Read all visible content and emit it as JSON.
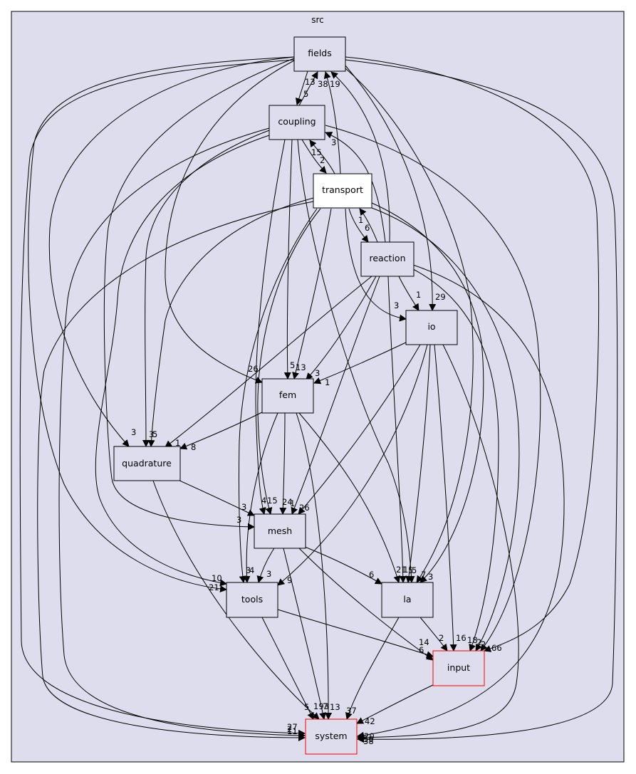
{
  "cluster": {
    "label": "src"
  },
  "nodes": {
    "fields": "fields",
    "coupling": "coupling",
    "transport": "transport",
    "reaction": "reaction",
    "io": "io",
    "fem": "fem",
    "quadrature": "quadrature",
    "mesh": "mesh",
    "tools": "tools",
    "la": "la",
    "input": "input",
    "system": "system"
  },
  "edge_labels": {
    "fields_coupling": "5",
    "coupling_fields": "13",
    "transport_fields": "38",
    "reaction_fields": "19",
    "reaction_coupling": "3",
    "coupling_transport": "15",
    "transport_coupling": "2",
    "transport_reaction": "6",
    "reaction_transport": "1",
    "reaction_io": "1",
    "transport_io": "3",
    "fields_io": "29",
    "fields_fem": "26",
    "coupling_fem": "5",
    "transport_fem": "13",
    "reaction_fem": "3",
    "io_fem": "1",
    "fields_quadrature": "3",
    "coupling_quadrature": "3",
    "transport_quadrature": "5",
    "reaction_quadrature": "1",
    "fem_quadrature": "8",
    "quadrature_mesh": "3",
    "fields_mesh": "3",
    "coupling_mesh": "4",
    "transport_mesh": "15",
    "fem_mesh": "24",
    "reaction_mesh": "1",
    "io_mesh": "26",
    "fields_tools": "21",
    "coupling_tools": "10",
    "transport_tools": "3",
    "fem_tools": "4",
    "mesh_tools": "3",
    "io_tools": "9",
    "mesh_la": "6",
    "fem_la": "21",
    "reaction_la": "1",
    "io_la": "5",
    "coupling_la": "5",
    "fields_la": "7",
    "transport_la": "3",
    "la_input": "2",
    "tools_input": "14",
    "mesh_input": "6",
    "io_input": "16",
    "reaction_input": "18",
    "transport_input": "2",
    "coupling_input": "2",
    "fields_input": "66",
    "input_system": "42",
    "la_system": "37",
    "tools_system": "5",
    "mesh_system": "193",
    "fem_system": "7",
    "quadrature_system": "13",
    "fields_system_l": "27",
    "coupling_system": "2",
    "transport_system": "11",
    "fields_system_r": "50",
    "reaction_system": "20",
    "io_system": "38"
  }
}
